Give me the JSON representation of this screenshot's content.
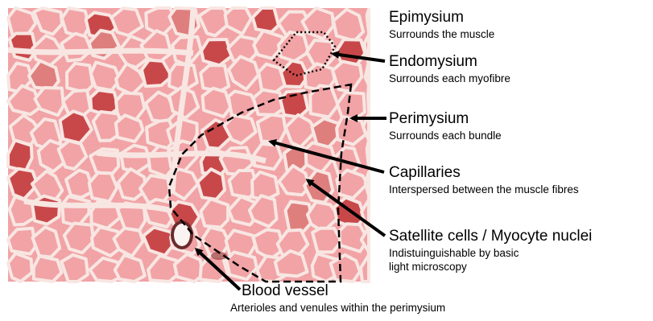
{
  "labels": [
    {
      "key": "epimysium",
      "title": "Epimysium",
      "desc": [
        "Surrounds the muscle"
      ]
    },
    {
      "key": "endomysium",
      "title": "Endomysium",
      "desc": [
        "Surrounds each myofibre"
      ]
    },
    {
      "key": "perimysium",
      "title": "Perimysium",
      "desc": [
        "Surrounds each bundle"
      ]
    },
    {
      "key": "capillaries",
      "title": "Capillaries",
      "desc": [
        "Interspersed between the muscle fibres"
      ]
    },
    {
      "key": "satellite",
      "title": "Satellite cells / Myocyte nuclei",
      "desc": [
        "Indistuinguishable by basic",
        "light microscopy"
      ]
    },
    {
      "key": "blood-vessel",
      "title": "Blood vessel",
      "desc": [
        "Arterioles and venules within the perimysium"
      ]
    }
  ],
  "colors": {
    "tissue_background": "#f1a3a6",
    "connective_tissue": "#f8e6e2",
    "dark_fibre": "#c8484a",
    "medium_fibre": "#de7f7e",
    "outline": "#000000"
  }
}
